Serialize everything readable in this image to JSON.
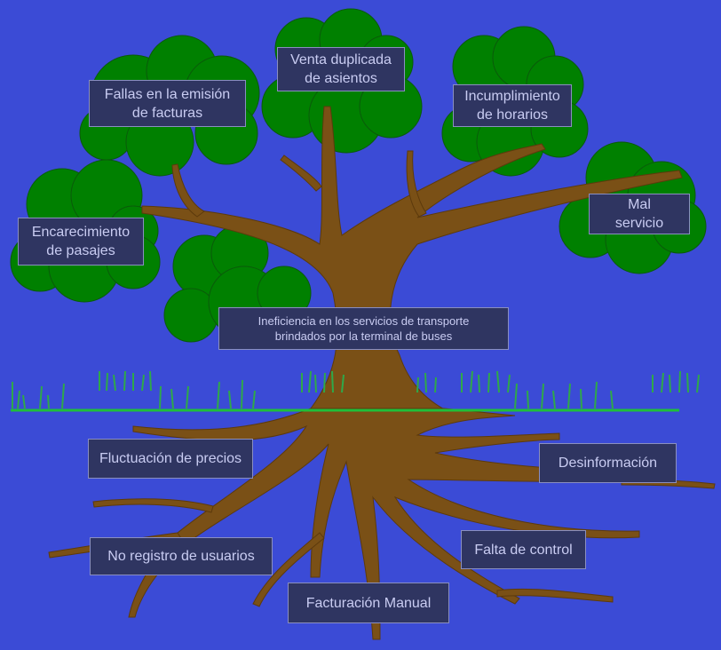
{
  "colors": {
    "background": "#3b4bd6",
    "foliage": "#008000",
    "trunk": "#7a5016",
    "grass": "#1fbf3a",
    "box_fill": "#2f3561",
    "box_text": "#c9ccf2"
  },
  "problem": "Ineficiencia en los servicios de transporte\nbrindados por la terminal de buses",
  "effects": [
    "Fallas en la emisión\nde facturas",
    "Venta duplicada\nde asientos",
    "Incumplimiento\nde horarios",
    "Encarecimiento\nde pasajes",
    "Mal\nservicio"
  ],
  "causes": [
    "Fluctuación de precios",
    "Desinformación",
    "No registro de usuarios",
    "Falta de control",
    "Facturación Manual"
  ]
}
